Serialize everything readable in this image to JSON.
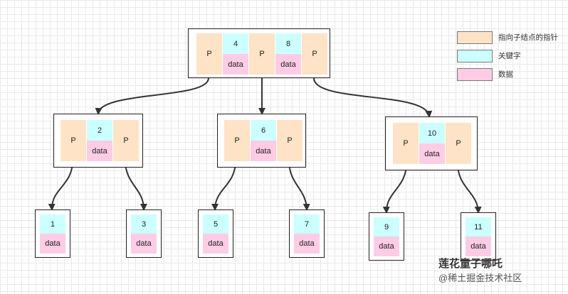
{
  "legend": [
    {
      "label": "指向子结点的指针",
      "color": "#ffe3c6"
    },
    {
      "label": "关键字",
      "color": "#ccffff"
    },
    {
      "label": "数据",
      "color": "#ffcce6"
    }
  ],
  "labels": {
    "pointer": "P",
    "data": "data"
  },
  "tree": {
    "root": {
      "keys": [
        "4",
        "8"
      ]
    },
    "level2": [
      {
        "keys": [
          "2"
        ]
      },
      {
        "keys": [
          "6"
        ]
      },
      {
        "keys": [
          "10"
        ]
      }
    ],
    "leaves": [
      {
        "key": "1"
      },
      {
        "key": "3"
      },
      {
        "key": "5"
      },
      {
        "key": "7"
      },
      {
        "key": "9"
      },
      {
        "key": "11"
      }
    ]
  },
  "watermark": {
    "line1": "莲花童子哪吒",
    "line2": "@稀土掘金技术社区"
  },
  "colors": {
    "pointer": "#ffe3c6",
    "key": "#ccffff",
    "data": "#ffcce6",
    "edge": "#333333"
  }
}
